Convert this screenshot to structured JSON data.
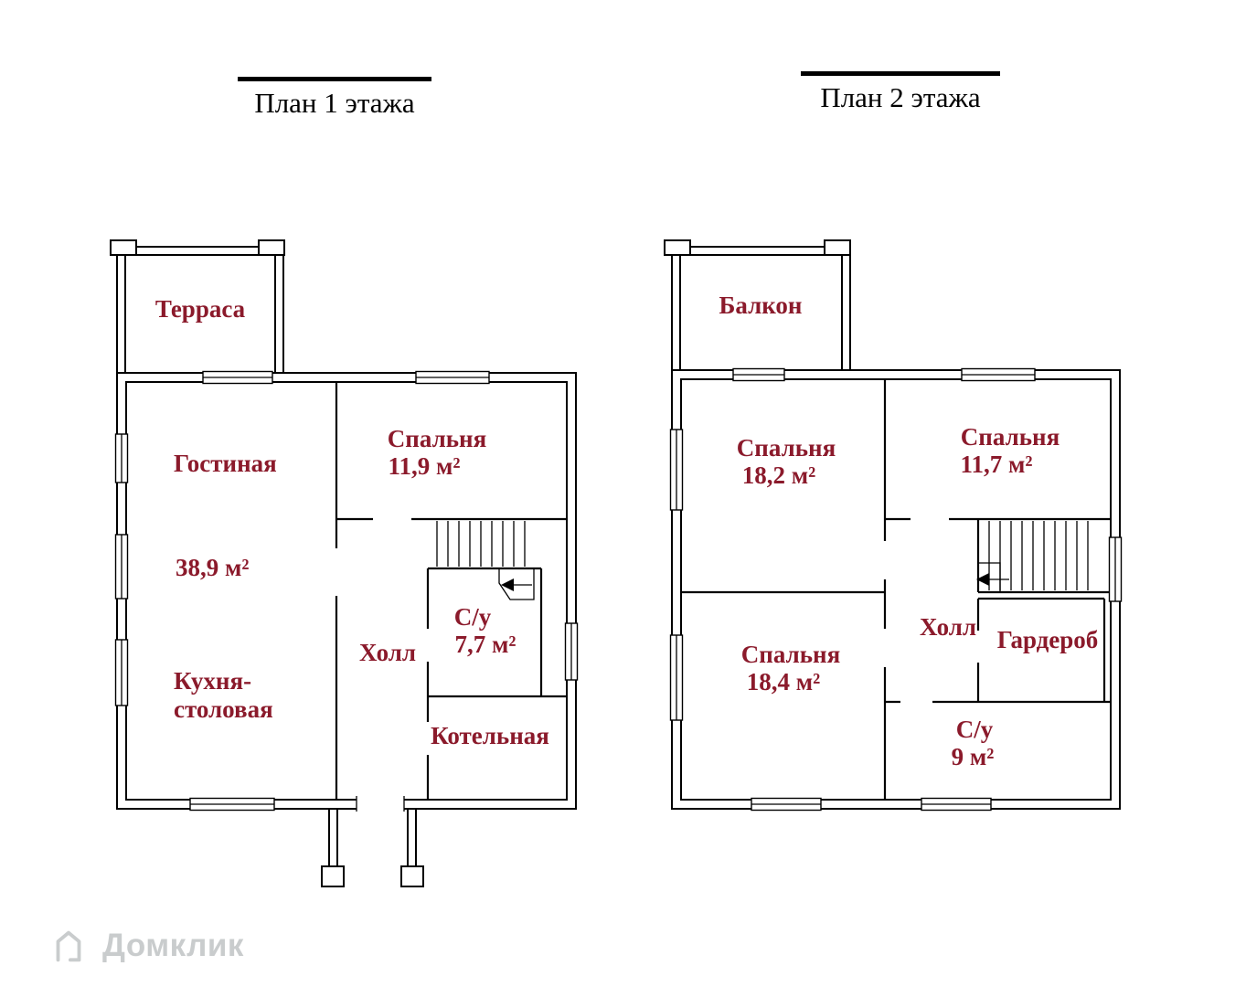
{
  "plan1": {
    "title": "План 1 этажа",
    "rooms": {
      "terrace": "Терраса",
      "living_name": "Гостиная",
      "living_area": "38,9 м²",
      "kitchen_line1": "Кухня-",
      "kitchen_line2": "столовая",
      "bedroom_name": "Спальня",
      "bedroom_area": "11,9 м²",
      "hall": "Холл",
      "wc_name": "С/у",
      "wc_area": "7,7 м²",
      "boiler": "Котельная"
    }
  },
  "plan2": {
    "title": "План 2 этажа",
    "rooms": {
      "balcony": "Балкон",
      "bedroom1_name": "Спальня",
      "bedroom1_area": "18,2 м²",
      "bedroom2_name": "Спальня",
      "bedroom2_area": "11,7 м²",
      "bedroom3_name": "Спальня",
      "bedroom3_area": "18,4 м²",
      "hall": "Холл",
      "wardrobe": "Гардероб",
      "wc_name": "С/у",
      "wc_area": "9 м²"
    }
  },
  "watermark": {
    "label": "Домклик"
  },
  "colors": {
    "room_label": "#8b1a2b",
    "walls": "#000000",
    "watermark": "#c9cccd"
  }
}
